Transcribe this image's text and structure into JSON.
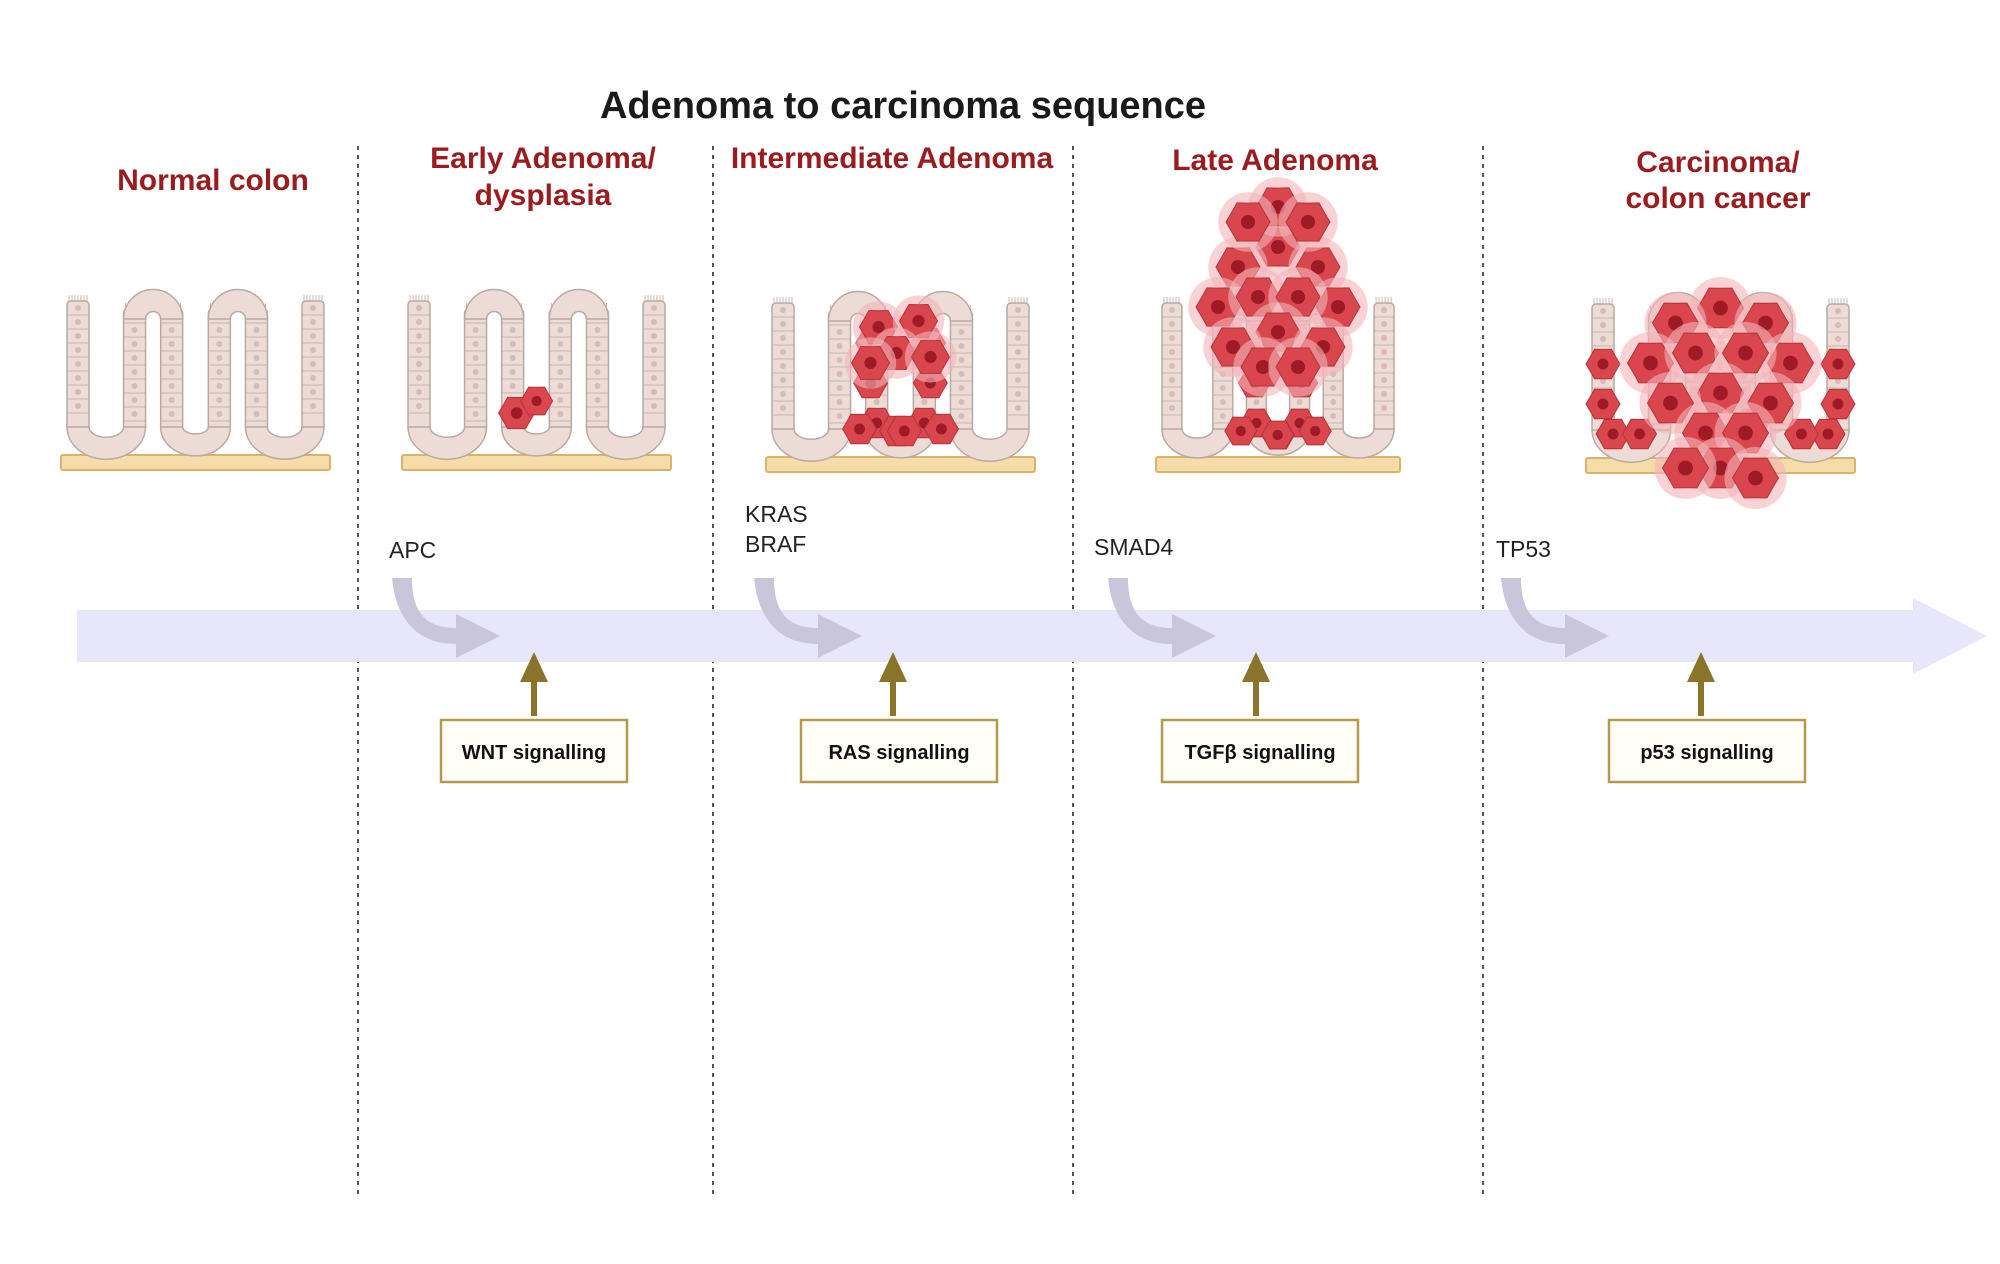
{
  "title": "Adenoma to carcinoma sequence",
  "stages": [
    {
      "lines": [
        "Normal colon"
      ],
      "genes": [],
      "signal": "",
      "tumor": "none"
    },
    {
      "lines": [
        "Early Adenoma/",
        "dysplasia"
      ],
      "genes": [
        "APC"
      ],
      "signal": "WNT signalling",
      "tumor": "early"
    },
    {
      "lines": [
        "Intermediate Adenoma"
      ],
      "genes": [
        "KRAS",
        "BRAF"
      ],
      "signal": "RAS signalling",
      "tumor": "intermediate"
    },
    {
      "lines": [
        "Late Adenoma"
      ],
      "genes": [
        "SMAD4"
      ],
      "signal": "TGFβ signalling",
      "tumor": "late"
    },
    {
      "lines": [
        "Carcinoma/",
        "colon cancer"
      ],
      "genes": [
        "TP53"
      ],
      "signal": "p53 signalling",
      "tumor": "carcinoma"
    }
  ],
  "colors": {
    "stage_title": "#9b1c1f",
    "timeline": "#e8e6fb",
    "curved_arrow": "#c9c6dc",
    "signal_arrow": "#8a7429",
    "signal_box_border": "#b39a4d",
    "signal_box_fill": "#fffef7",
    "tissue_cell": "#eddcd6",
    "tissue_outline": "#b9a9a2",
    "basement": "#f5dca8",
    "basement_outline": "#d8b46a",
    "tumor_cell": "#d9464d",
    "tumor_nucleus": "#9e1a24",
    "tumor_halo": "#f3b4b8",
    "divider": "#555555"
  },
  "icons": [
    "curved-arrow-icon",
    "up-arrow-icon",
    "crypt-tissue-icon",
    "tumor-cell-icon"
  ]
}
